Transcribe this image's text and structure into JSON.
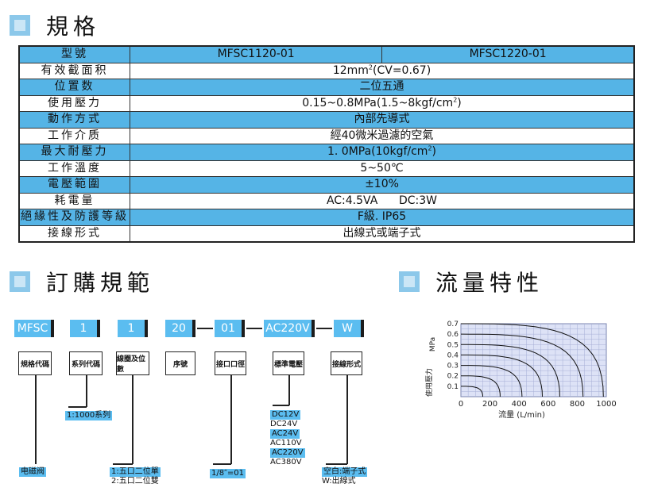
{
  "sections": {
    "spec_title": "規格",
    "order_title": "訂購規範",
    "flow_title": "流量特性"
  },
  "spec_table": {
    "header": {
      "label": "型號",
      "col1": "MFSC1120-01",
      "col2": "MFSC1220-01"
    },
    "rows": [
      {
        "label": "有效截面积",
        "value_pre": "12mm",
        "value_sup": "2",
        "value_post": "(CV=0.67)",
        "highlight": false
      },
      {
        "label": "位置数",
        "value_pre": "二位五通",
        "value_sup": "",
        "value_post": "",
        "highlight": true
      },
      {
        "label": "使用壓力",
        "value_pre": "0.15~0.8MPa(1.5~8kgf/cm",
        "value_sup": "2",
        "value_post": ")",
        "highlight": false
      },
      {
        "label": "動作方式",
        "value_pre": "內部先導式",
        "value_sup": "",
        "value_post": "",
        "highlight": true
      },
      {
        "label": "工作介质",
        "value_pre": "經40微米過濾的空氣",
        "value_sup": "",
        "value_post": "",
        "highlight": false
      },
      {
        "label": "最大耐壓力",
        "value_pre": "1. 0MPa(10kgf/cm",
        "value_sup": "2",
        "value_post": ")",
        "highlight": true
      },
      {
        "label": "工作溫度",
        "value_pre": "5~50℃",
        "value_sup": "",
        "value_post": "",
        "highlight": false
      },
      {
        "label": "電壓範圍",
        "value_pre": "±10%",
        "value_sup": "",
        "value_post": "",
        "highlight": true
      },
      {
        "label": "耗電量",
        "value_pre": "AC:4.5VA      DC:3W",
        "value_sup": "",
        "value_post": "",
        "highlight": false
      },
      {
        "label": "絕緣性及防護等級",
        "value_pre": "F級. IP65",
        "value_sup": "",
        "value_post": "",
        "highlight": true
      },
      {
        "label": "接線形式",
        "value_pre": "出線式或端子式",
        "value_sup": "",
        "value_post": "",
        "highlight": false
      }
    ]
  },
  "order_code": {
    "codes": [
      "MFSC",
      "1",
      "1",
      "20",
      "01",
      "AC220V",
      "W"
    ],
    "names": [
      "規格代碼",
      "系列代碼",
      "線圈及位數",
      "序號",
      "接口口徑",
      "標準電壓",
      "接線形式"
    ],
    "series_option": "1:1000系列",
    "type_option": "电磁阀",
    "position_options": [
      "1:五口二位單",
      "2:五口二位雙"
    ],
    "port_option": "1/8″=01",
    "voltage_options": [
      {
        "text": "DC12V",
        "highlight": true
      },
      {
        "text": "DC24V",
        "highlight": false
      },
      {
        "text": "AC24V",
        "highlight": true
      },
      {
        "text": "AC110V",
        "highlight": false
      },
      {
        "text": "AC220V",
        "highlight": true
      },
      {
        "text": "AC380V",
        "highlight": false
      }
    ],
    "wiring_options": [
      {
        "text": "空白:端子式",
        "highlight": true
      },
      {
        "text": "W:出線式",
        "highlight": false
      }
    ]
  },
  "chart_data": {
    "type": "line",
    "xlabel": "流量  (L/min)",
    "ylabel_unit": "MPa",
    "ylabel": "使用壓力",
    "xlim": [
      0,
      1000
    ],
    "ylim": [
      0,
      0.7
    ],
    "x_ticks": [
      0,
      200,
      400,
      600,
      800,
      1000
    ],
    "y_ticks": [
      0.1,
      0.2,
      0.3,
      0.4,
      0.5,
      0.6,
      0.7
    ],
    "grid": true,
    "curves": [
      {
        "pressure": 0.1,
        "max_flow": 150
      },
      {
        "pressure": 0.2,
        "max_flow": 270
      },
      {
        "pressure": 0.3,
        "max_flow": 420
      },
      {
        "pressure": 0.4,
        "max_flow": 560
      },
      {
        "pressure": 0.5,
        "max_flow": 680
      },
      {
        "pressure": 0.6,
        "max_flow": 840
      },
      {
        "pressure": 0.7,
        "max_flow": 980
      }
    ],
    "background": "#dde2f6"
  }
}
